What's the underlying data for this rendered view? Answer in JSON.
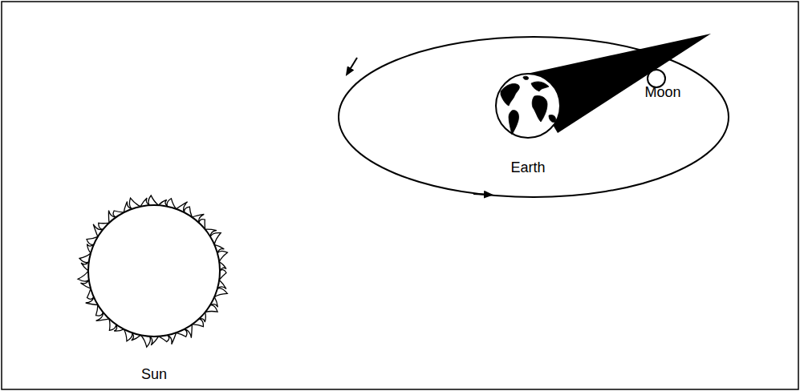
{
  "diagram": {
    "nodes": [
      {
        "text": [
          "Sun"
        ]
      },
      {
        "text": [
          "Earth"
        ]
      },
      {
        "text": [
          "Moon"
        ]
      }
    ]
  }
}
